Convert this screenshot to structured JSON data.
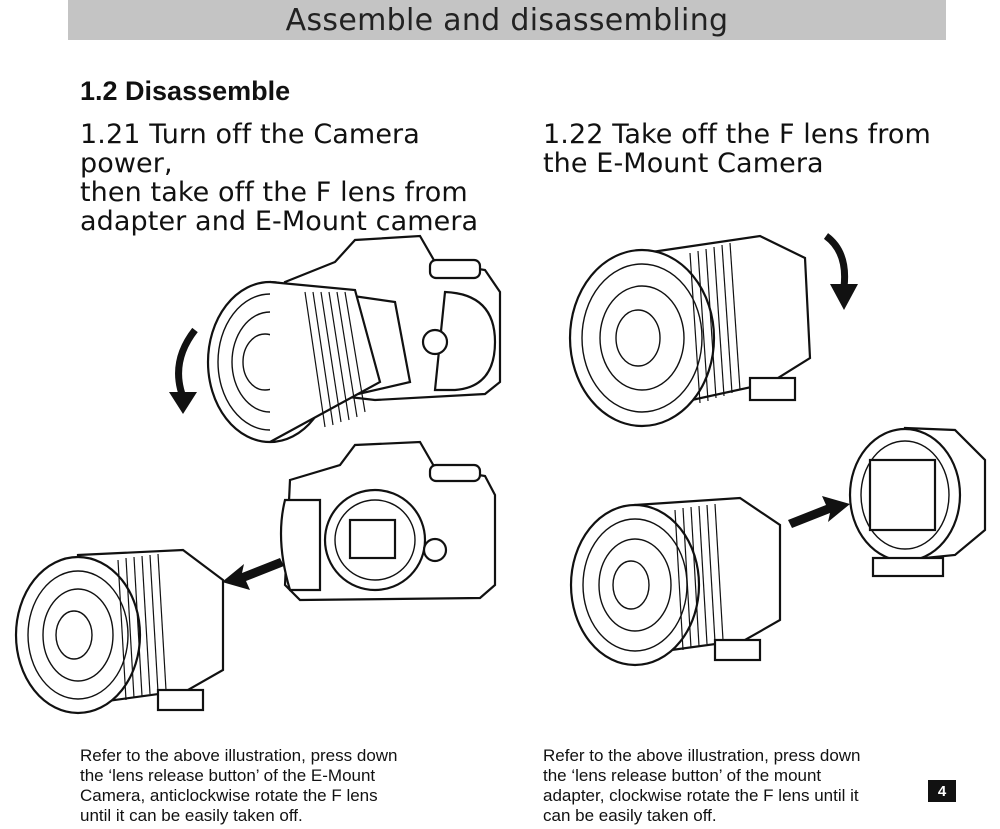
{
  "header": {
    "title": "Assemble and disassembling"
  },
  "section": {
    "title": "1.2 Disassemble"
  },
  "steps": [
    {
      "text": "1.21 Turn off the Camera power,\nthen take off the F lens from\nadapter and E-Mount camera"
    },
    {
      "text": "1.22  Take off the F lens from\nthe E-Mount Camera"
    }
  ],
  "captions": [
    {
      "text": "Refer to the above illustration, press down\nthe  ‘lens release button’  of the E-Mount\nCamera, anticlockwise rotate the F lens\nuntil it can be easily taken off."
    },
    {
      "text": "Refer to the above illustration, press down\nthe  ‘lens release button’  of the mount\nadapter, clockwise rotate the F lens until it\ncan be easily taken off."
    }
  ],
  "page": {
    "number": "4"
  },
  "colors": {
    "header_bg": "#c4c4c4",
    "ink": "#111111"
  }
}
